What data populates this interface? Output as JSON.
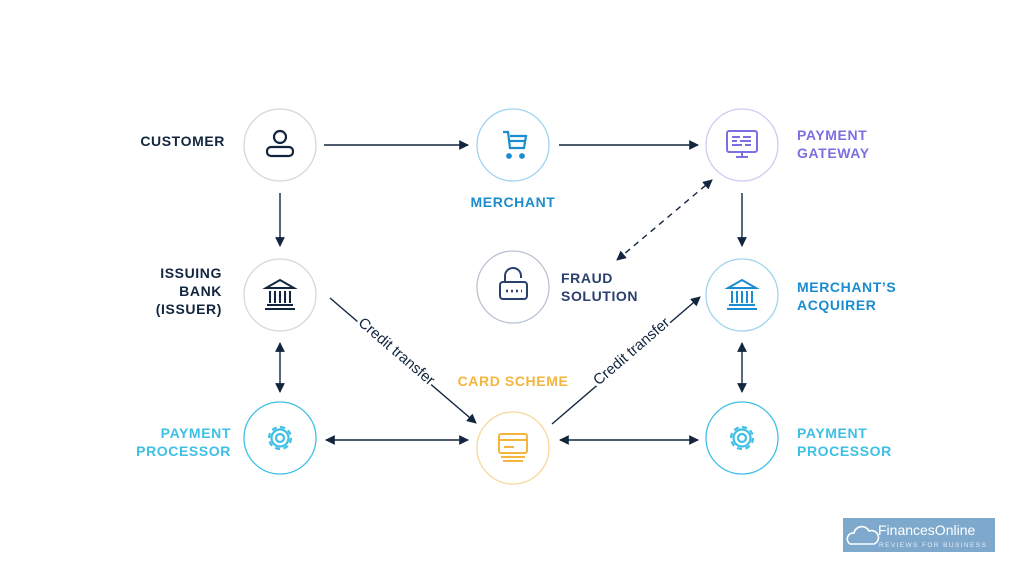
{
  "nodes": {
    "customer": {
      "label": "CUSTOMER",
      "icon": "user-icon"
    },
    "merchant": {
      "label": "MERCHANT",
      "icon": "cart-icon"
    },
    "gateway": {
      "line1": "PAYMENT",
      "line2": "GATEWAY",
      "icon": "monitor-icon"
    },
    "issuer": {
      "line1": "ISSUING",
      "line2": "BANK",
      "line3": "(ISSUER)",
      "icon": "bank-icon"
    },
    "fraud": {
      "line1": "FRAUD",
      "line2": "SOLUTION",
      "icon": "lock-icon"
    },
    "acquirer": {
      "line1": "MERCHANT’S",
      "line2": "ACQUIRER",
      "icon": "bank-icon"
    },
    "processor_left": {
      "line1": "PAYMENT",
      "line2": "PROCESSOR",
      "icon": "gear-icon"
    },
    "card_scheme": {
      "label": "CARD SCHEME",
      "icon": "card-icon"
    },
    "processor_right": {
      "line1": "PAYMENT",
      "line2": "PROCESSOR",
      "icon": "gear-icon"
    }
  },
  "edges": {
    "credit_transfer_left": "Credit transfer",
    "credit_transfer_right": "Credit transfer"
  },
  "colors": {
    "navy": "#13263f",
    "merchant": "#1a8ccf",
    "gateway": "#7b70e0",
    "processor": "#3ec0e6",
    "card_scheme": "#f4b53f"
  },
  "logo": {
    "name": "FinancesOnline",
    "tagline": "REVIEWS FOR BUSINESS"
  }
}
